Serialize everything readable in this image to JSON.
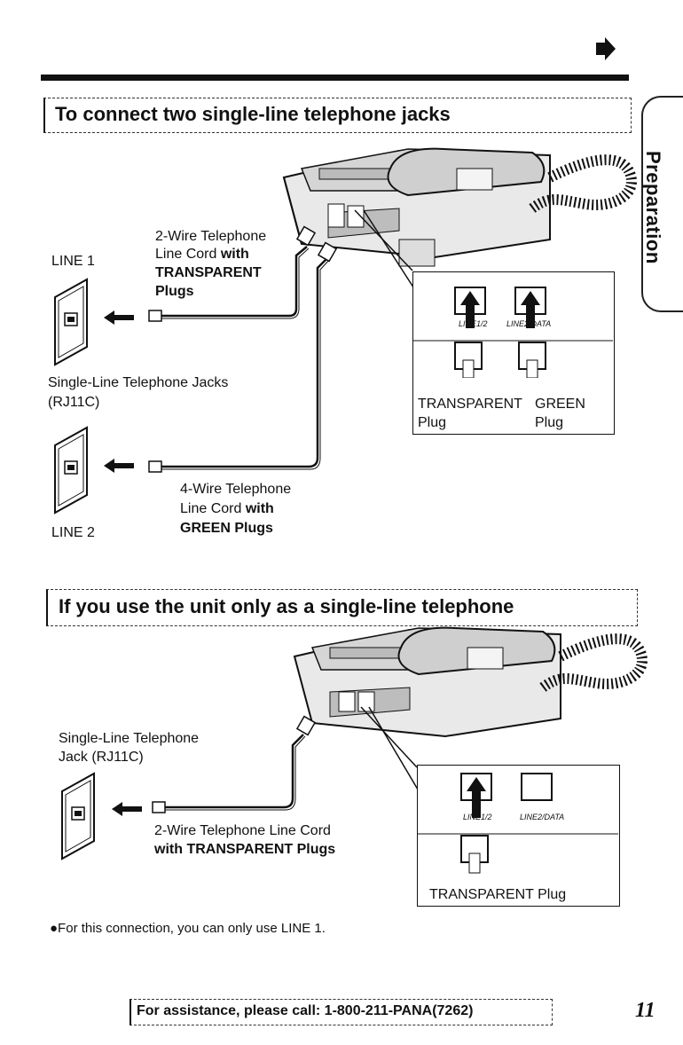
{
  "page": {
    "section_tab": "Preparation",
    "page_number": "11",
    "footer": "For assistance, please call: 1-800-211-PANA(7262)"
  },
  "section1": {
    "heading": "To connect two single-line telephone jacks",
    "line1_label": "LINE 1",
    "line2_label": "LINE 2",
    "cord1": {
      "line1": "2-Wire Telephone",
      "line2a": "Line Cord ",
      "line2b": "with",
      "line3": "TRANSPARENT",
      "line4": "Plugs"
    },
    "jacks": {
      "line1": "Single-Line Telephone Jacks",
      "line2": "(RJ11C)"
    },
    "cord2": {
      "line1": "4-Wire Telephone",
      "line2a": "Line Cord ",
      "line2b": "with",
      "line3": "GREEN Plugs"
    },
    "inset": {
      "jack_left": "LINE1/2",
      "jack_right": "LINE2/DATA",
      "plug_left_1": "TRANSPARENT",
      "plug_left_2": "Plug",
      "plug_right_1": "GREEN",
      "plug_right_2": "Plug"
    }
  },
  "section2": {
    "heading": "If you use the unit only as a single-line telephone",
    "jack": {
      "line1": "Single-Line Telephone",
      "line2": "Jack (RJ11C)"
    },
    "cord": {
      "line1": "2-Wire Telephone Line Cord",
      "line2": "with TRANSPARENT Plugs"
    },
    "inset": {
      "jack_left": "LINE1/2",
      "jack_right": "LINE2/DATA",
      "plug": "TRANSPARENT Plug"
    },
    "note": "●For this connection, you can only use LINE 1."
  }
}
